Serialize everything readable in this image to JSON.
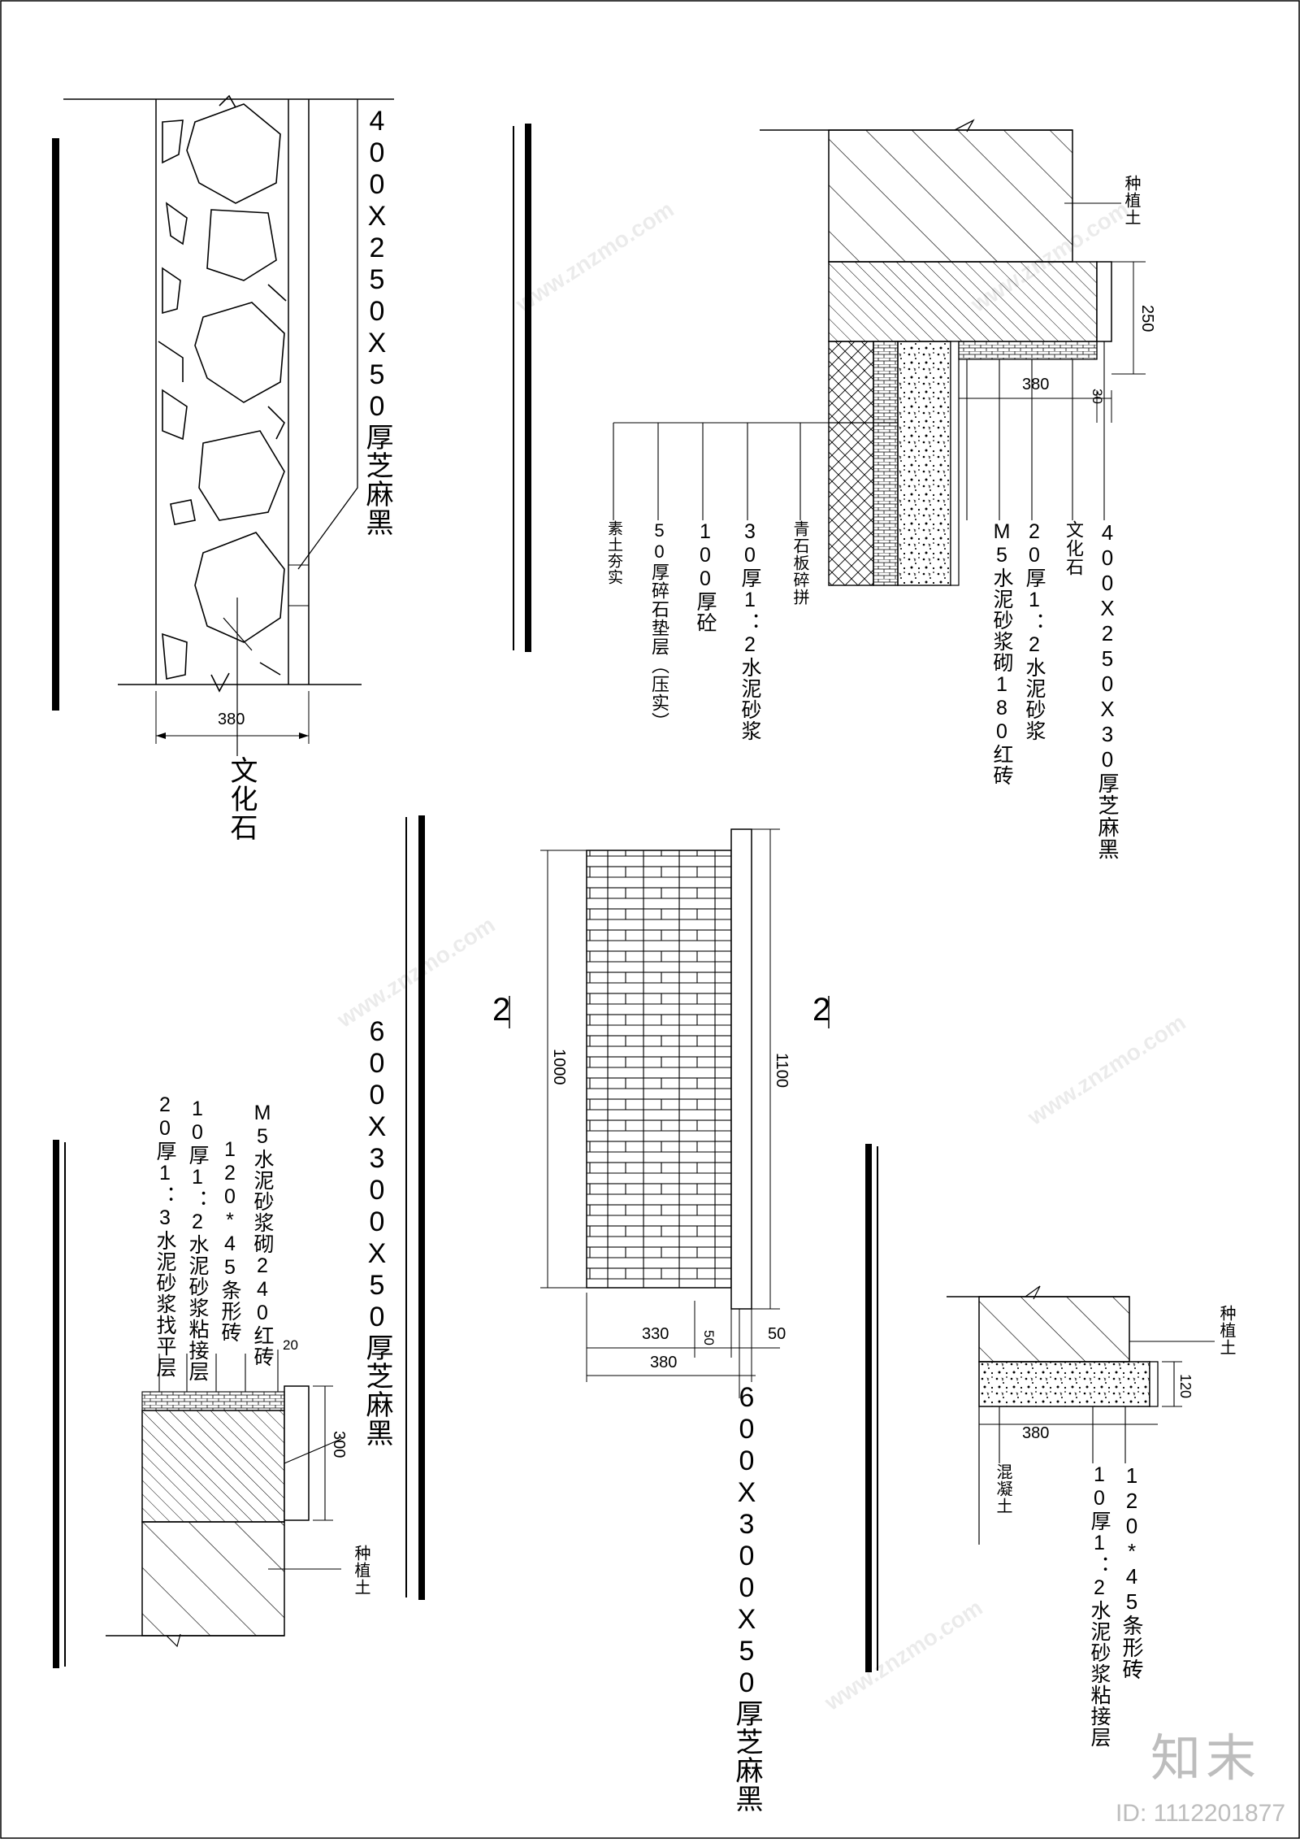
{
  "watermark": {
    "site": "www.znzmo.com",
    "brand": "知末",
    "id_label": "ID: 1112201877"
  },
  "sections": {
    "top_left": {
      "title": "400X250X50厚芝麻黑",
      "stone_label": "文化石",
      "dim_width": "380"
    },
    "top_right": {
      "layers": [
        "400X250X30厚芝麻黑",
        "文化石",
        "20厚1：2水泥砂浆",
        "M5水泥砂浆砌180红砖",
        "青石板碎拼",
        "30厚1：2水泥砂浆",
        "100厚砼",
        "50厚碎石垫层（压实）",
        "素土夯实"
      ],
      "soil_label": "种植土",
      "dim_250": "250",
      "dim_380": "380",
      "dim_30": "30"
    },
    "middle_elevation": {
      "section_mark_left": "2",
      "section_mark_right": "2",
      "dim_1000": "1000",
      "dim_1100": "1100",
      "dim_330": "330",
      "dim_50a": "50",
      "dim_50b": "50",
      "dim_380": "380",
      "cap_label": "600X300X50厚芝麻黑"
    },
    "bottom_left": {
      "title": "600X300X50厚芝麻黑",
      "layers": [
        "M5水泥砂浆砌240红砖",
        "120*45条形砖",
        "10厚1：2水泥砂浆粘接层",
        "20厚1：3水泥砂浆找平层"
      ],
      "soil_label": "种植土",
      "dim_20": "20",
      "dim_300": "300"
    },
    "bottom_right": {
      "soil_label": "种植土",
      "concrete_label": "混凝土",
      "layers": [
        "120*45条形砖",
        "10厚1：2水泥砂浆粘接层"
      ],
      "dim_120": "120",
      "dim_380": "380"
    }
  }
}
